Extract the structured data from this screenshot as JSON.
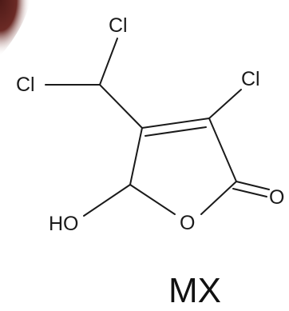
{
  "molecule": {
    "name": "MX",
    "atoms": {
      "cl_top": "Cl",
      "cl_left": "Cl",
      "cl_right": "Cl",
      "oxygen_carbonyl": "O",
      "oxygen_ring": "O",
      "hydroxyl": "HO"
    }
  },
  "colors": {
    "ink": "#1a1a1a",
    "corner_shadow": "#5a1f1c"
  }
}
